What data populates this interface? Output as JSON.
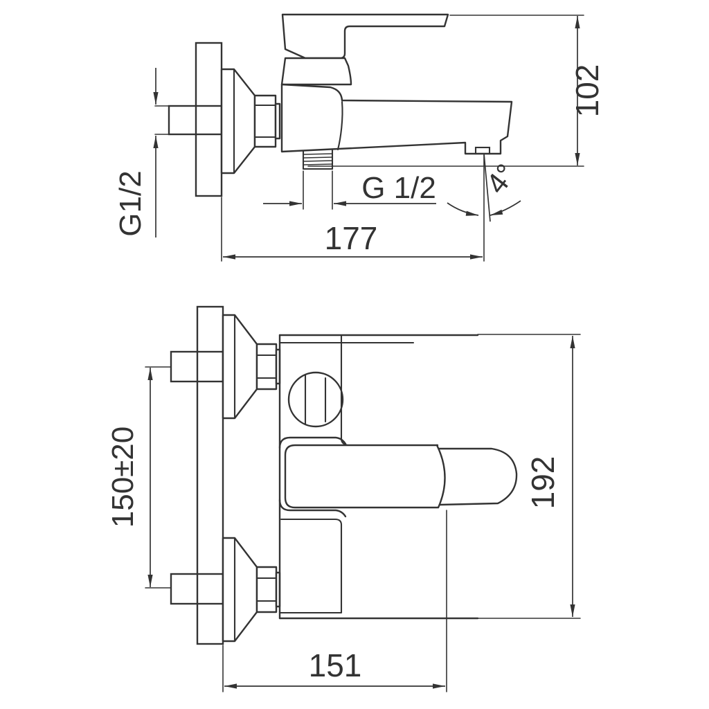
{
  "page": {
    "background": "#ffffff",
    "line_color": "#333333",
    "text_color": "#333333"
  },
  "side_view": {
    "overall_height": "102",
    "wall_thread": "G1/2",
    "outlet_thread": "G 1/2",
    "spout_angle": "4°",
    "wall_to_spout": "177"
  },
  "front_view": {
    "supply_spacing": "150±20",
    "overall_height": "192",
    "wall_to_handle": "151"
  }
}
